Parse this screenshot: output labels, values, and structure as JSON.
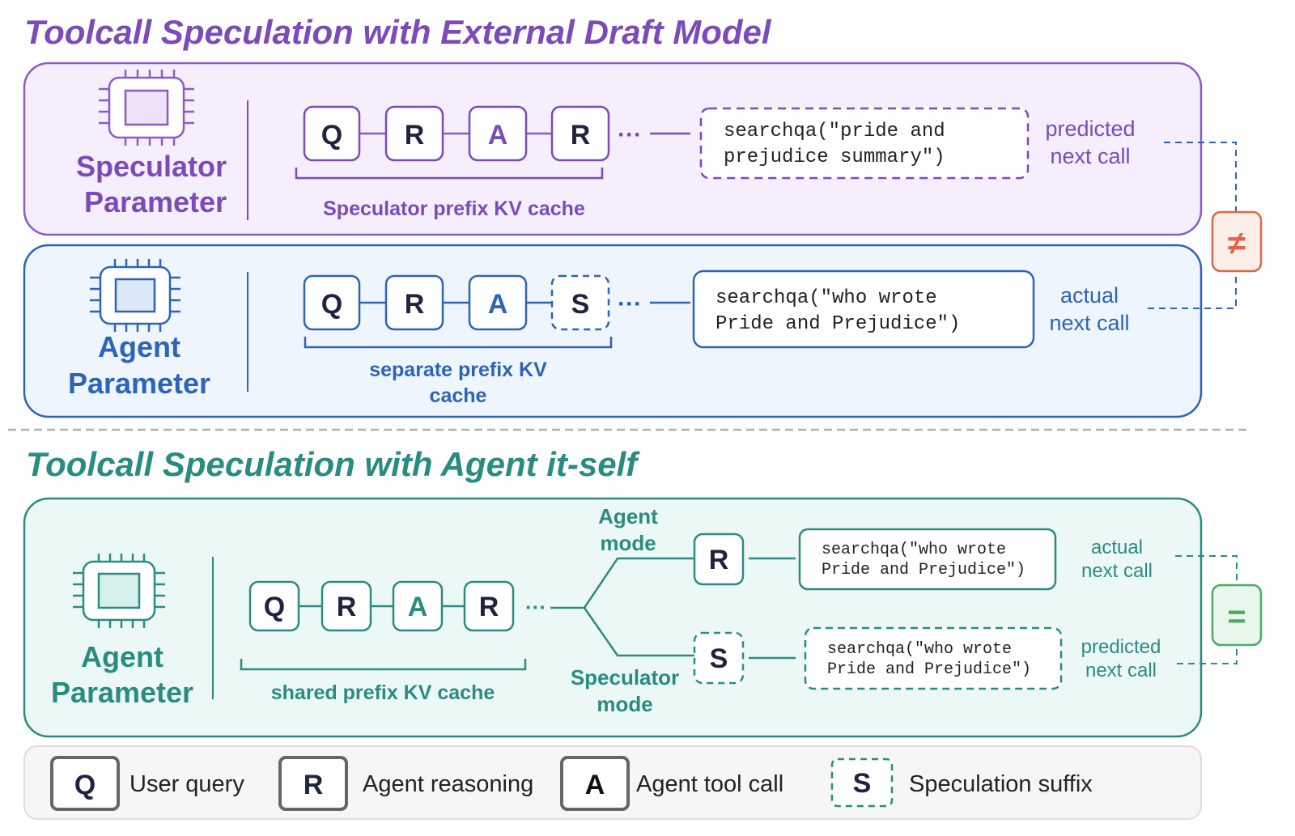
{
  "colors": {
    "purple": "#7b4bb8",
    "purple_bg": "#f5eefc",
    "blue": "#2e63b8",
    "blue_bg": "#eef5fd",
    "teal": "#2a8c80",
    "teal_bg": "#ecf8f6",
    "red": "#e0664a",
    "green": "#4aab62",
    "token_dark": "#1f2340"
  },
  "section1": {
    "title": "Toolcall Speculation with External Draft Model",
    "speculator": {
      "chip_icon": "cpu-chip-icon",
      "label_line1": "Speculator",
      "label_line2": "Parameter",
      "tokens": [
        "Q",
        "R",
        "A",
        "R"
      ],
      "ellipsis": "···",
      "cache_label": "Speculator prefix KV cache",
      "call_line1": "searchqa(\"pride and",
      "call_line2": "prejudice summary\")",
      "side_line1": "predicted",
      "side_line2": "next call"
    },
    "agent": {
      "chip_icon": "cpu-chip-icon",
      "label_line1": "Agent",
      "label_line2": "Parameter",
      "tokens": [
        "Q",
        "R",
        "A",
        "S"
      ],
      "ellipsis": "···",
      "cache_line1": "separate prefix KV",
      "cache_line2": "cache",
      "call_line1": "searchqa(\"who wrote",
      "call_line2": "Pride and Prejudice\")",
      "side_line1": "actual",
      "side_line2": "next call"
    },
    "compare_symbol": "≠"
  },
  "section2": {
    "title": "Toolcall Speculation with Agent it-self",
    "agent": {
      "chip_icon": "cpu-chip-icon",
      "label_line1": "Agent",
      "label_line2": "Parameter",
      "tokens": [
        "Q",
        "R",
        "A",
        "R"
      ],
      "ellipsis": "···",
      "cache_label": "shared prefix KV cache"
    },
    "agent_mode": {
      "label_line1": "Agent",
      "label_line2": "mode",
      "token": "R",
      "call_line1": "searchqa(\"who wrote",
      "call_line2": "Pride and Prejudice\")",
      "side_line1": "actual",
      "side_line2": "next call"
    },
    "speculator_mode": {
      "label_line1": "Speculator",
      "label_line2": "mode",
      "token": "S",
      "call_line1": "searchqa(\"who wrote",
      "call_line2": "Pride and Prejudice\")",
      "side_line1": "predicted",
      "side_line2": "next call"
    },
    "compare_symbol": "="
  },
  "legend": [
    {
      "token": "Q",
      "label": "User query"
    },
    {
      "token": "R",
      "label": "Agent reasoning"
    },
    {
      "token": "A",
      "label": "Agent tool call"
    },
    {
      "token": "S",
      "label": "Speculation suffix"
    }
  ]
}
